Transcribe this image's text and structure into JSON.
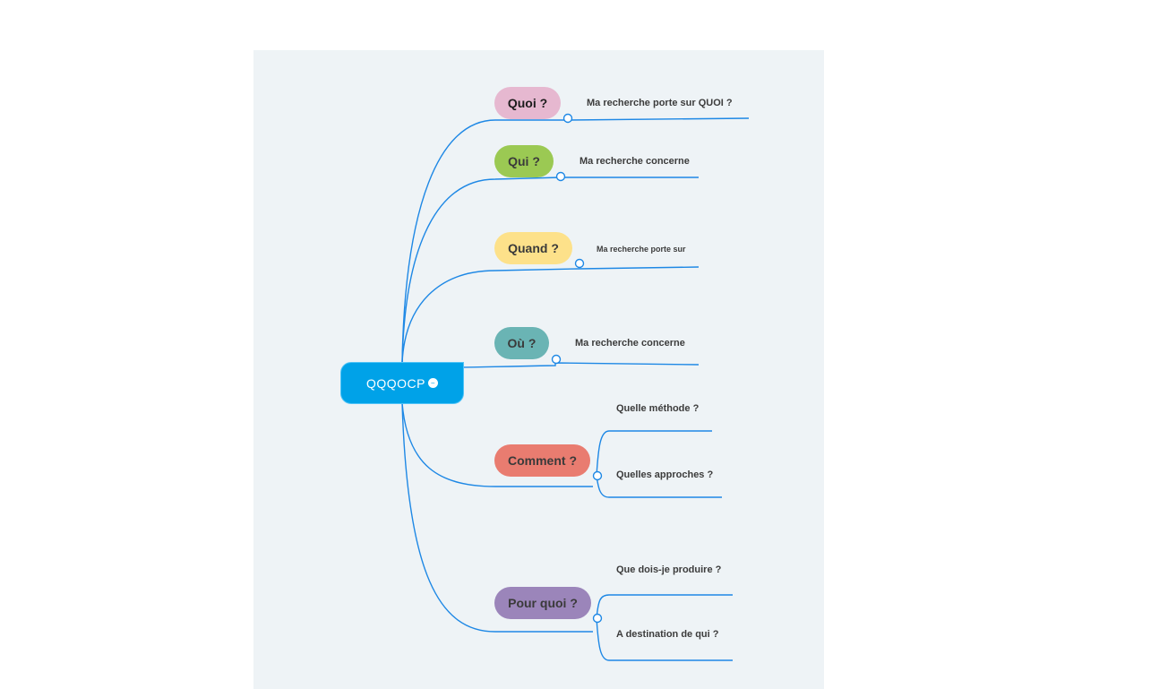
{
  "root": {
    "label": "QQQOCP",
    "color": "#00a2e8",
    "collapse_icon": "collapse-toggle-icon"
  },
  "edge_color": "#1e88e5",
  "branches": [
    {
      "label": "Quoi ?",
      "color": "#e6b8d0",
      "children": [
        "Ma recherche porte sur QUOI ?"
      ]
    },
    {
      "label": "Qui ?",
      "color": "#9bc953",
      "children": [
        "Ma recherche concerne"
      ]
    },
    {
      "label": "Quand ?",
      "color": "#fde18a",
      "children": [
        "Ma recherche porte sur"
      ]
    },
    {
      "label": "Où ?",
      "color": "#6ab4b4",
      "children": [
        "Ma recherche concerne"
      ]
    },
    {
      "label": "Comment ?",
      "color": "#e97c70",
      "children": [
        "Quelle méthode ?",
        "Quelles approches ?"
      ]
    },
    {
      "label": "Pour quoi ?",
      "color": "#9b85ba",
      "children": [
        "Que dois-je produire ?",
        "A destination de qui ?"
      ]
    }
  ]
}
